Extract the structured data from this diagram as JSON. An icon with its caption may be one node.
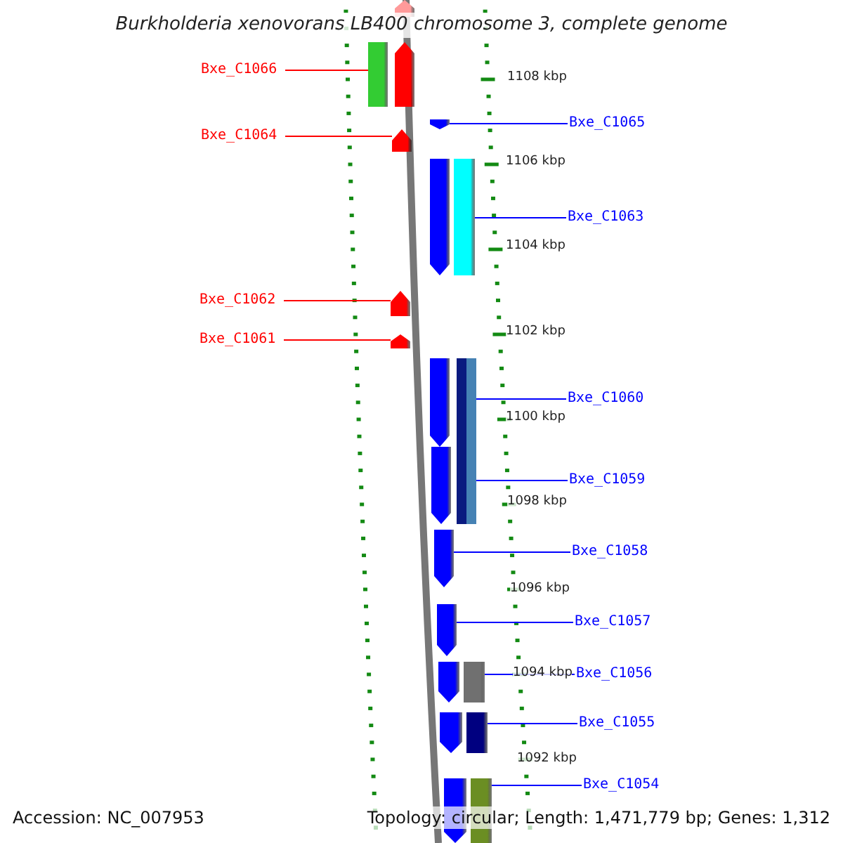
{
  "diagram": {
    "title": "Burkholderia xenovorans LB400 chromosome 3, complete genome",
    "nodes": [
      {
        "text": [
          "Bxe_C1066"
        ]
      },
      {
        "text": [
          "Bxe_C1064"
        ]
      },
      {
        "text": [
          "Bxe_C1062"
        ]
      },
      {
        "text": [
          "Bxe_C1061"
        ]
      },
      {
        "text": [
          "Bxe_C1065"
        ]
      },
      {
        "text": [
          "Bxe_C1063"
        ]
      },
      {
        "text": [
          "Bxe_C1060"
        ]
      },
      {
        "text": [
          "Bxe_C1059"
        ]
      },
      {
        "text": [
          "Bxe_C1058"
        ]
      },
      {
        "text": [
          "Bxe_C1057"
        ]
      },
      {
        "text": [
          "Bxe_C1056"
        ]
      },
      {
        "text": [
          "Bxe_C1055"
        ]
      },
      {
        "text": [
          "Bxe_C1054"
        ]
      },
      {
        "text": [],
        "shape": "pentagon"
      },
      {
        "text": [],
        "shape": "box"
      },
      {
        "text": [],
        "shape": "pentagon"
      },
      {
        "text": [],
        "shape": "pentagon"
      },
      {
        "text": [],
        "shape": "pentagon"
      },
      {
        "text": [],
        "shape": "pentagon"
      },
      {
        "text": [],
        "shape": "pentagon"
      },
      {
        "text": [],
        "shape": "pentagon"
      },
      {
        "text": [],
        "shape": "box"
      },
      {
        "text": [],
        "shape": "pentagon"
      },
      {
        "text": [],
        "shape": "box"
      },
      {
        "text": [],
        "shape": "box"
      },
      {
        "text": [],
        "shape": "pentagon"
      },
      {
        "text": [],
        "shape": "pentagon"
      },
      {
        "text": [],
        "shape": "pentagon"
      },
      {
        "text": [],
        "shape": "pentagon"
      },
      {
        "text": [],
        "shape": "box"
      },
      {
        "text": [],
        "shape": "pentagon"
      },
      {
        "text": [],
        "shape": "box"
      },
      {
        "text": [],
        "shape": "pentagon"
      },
      {
        "text": [],
        "shape": "box"
      }
    ],
    "edges": [
      {
        "from": 0,
        "to": 14,
        "arrow": "none",
        "color": "#ff0000"
      },
      {
        "from": 1,
        "to": 16,
        "arrow": "none",
        "color": "#ff0000"
      },
      {
        "from": 2,
        "to": 17,
        "arrow": "none",
        "color": "#ff0000"
      },
      {
        "from": 3,
        "to": 18,
        "arrow": "none",
        "color": "#ff0000"
      },
      {
        "from": 4,
        "to": 19,
        "arrow": "none"
      },
      {
        "from": 5,
        "to": 21,
        "arrow": "none"
      },
      {
        "from": 6,
        "to": 23,
        "arrow": "none"
      },
      {
        "from": 7,
        "to": 24,
        "arrow": "none"
      },
      {
        "from": 8,
        "to": 26,
        "arrow": "none"
      },
      {
        "from": 9,
        "to": 27,
        "arrow": "none"
      },
      {
        "from": 10,
        "to": 29,
        "arrow": "none"
      },
      {
        "from": 11,
        "to": 31,
        "arrow": "none"
      },
      {
        "from": 12,
        "to": 33,
        "arrow": "none"
      }
    ],
    "labels": [
      "1108 kbp",
      "1106 kbp",
      "1104 kbp",
      "1102 kbp",
      "1100 kbp",
      "1098 kbp",
      "1096 kbp",
      "1094 kbp",
      "1092 kbp",
      "Accession: NC_007953",
      "Topology: circular; Length: 1,471,779 bp; Genes: 1,312"
    ]
  }
}
